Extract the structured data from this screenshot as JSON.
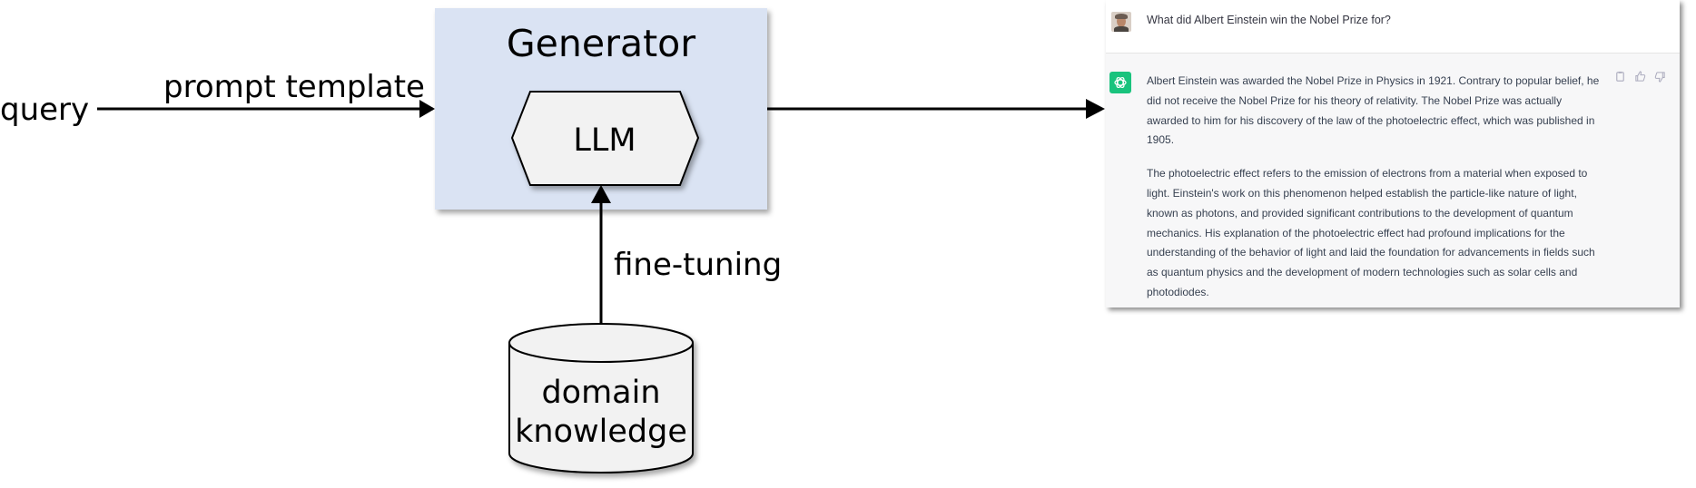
{
  "diagram": {
    "query_label": "query",
    "prompt_label": "prompt template",
    "generator_title": "Generator",
    "llm_label": "LLM",
    "finetune_label": "fine-tuning",
    "knowledge_line1": "domain",
    "knowledge_line2": "knowledge",
    "colors": {
      "generator_fill": "#dae3f3",
      "node_fill": "#f2f2f2",
      "stroke": "#000000"
    }
  },
  "chat": {
    "user_question": "What did Albert Einstein win the Nobel Prize for?",
    "answer_paragraphs": [
      "Albert Einstein was awarded the Nobel Prize in Physics in 1921. Contrary to popular belief, he did not receive the Nobel Prize for his theory of relativity. The Nobel Prize was actually awarded to him for his discovery of the law of the photoelectric effect, which was published in 1905.",
      "The photoelectric effect refers to the emission of electrons from a material when exposed to light. Einstein's work on this phenomenon helped establish the particle-like nature of light, known as photons, and provided significant contributions to the development of quantum mechanics. His explanation of the photoelectric effect had profound implications for the understanding of the behavior of light and laid the foundation for advancements in fields such as quantum physics and the development of modern technologies such as solar cells and photodiodes."
    ],
    "icons": {
      "user_avatar": "user-avatar",
      "bot_avatar": "openai-logo-icon",
      "actions": [
        "copy-icon",
        "thumbs-up-icon",
        "thumbs-down-icon"
      ]
    },
    "colors": {
      "bot_avatar": "#19c37d",
      "assistant_bg": "#f7f7f8",
      "text": "#374151"
    }
  }
}
